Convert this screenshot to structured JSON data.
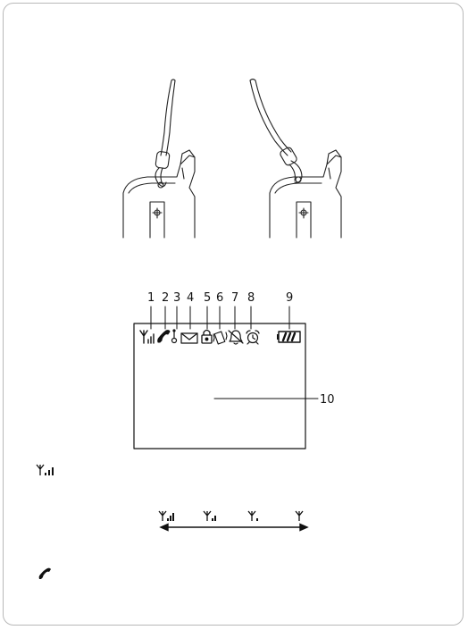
{
  "lcd_callouts": {
    "labels": [
      "1",
      "2",
      "3",
      "4",
      "5",
      "6",
      "7",
      "8",
      "9",
      "10"
    ]
  },
  "icons": {
    "signal": "signal-strength-icon",
    "call": "handset-call-icon",
    "roaming": "roaming-icon",
    "message": "envelope-icon",
    "lock": "keypad-lock-icon",
    "vibrate": "vibrate-icon",
    "silent": "silent-bell-icon",
    "alarm": "alarm-clock-icon",
    "battery": "battery-icon"
  },
  "signal_scale": {
    "levels": [
      4,
      2,
      1,
      0
    ]
  }
}
